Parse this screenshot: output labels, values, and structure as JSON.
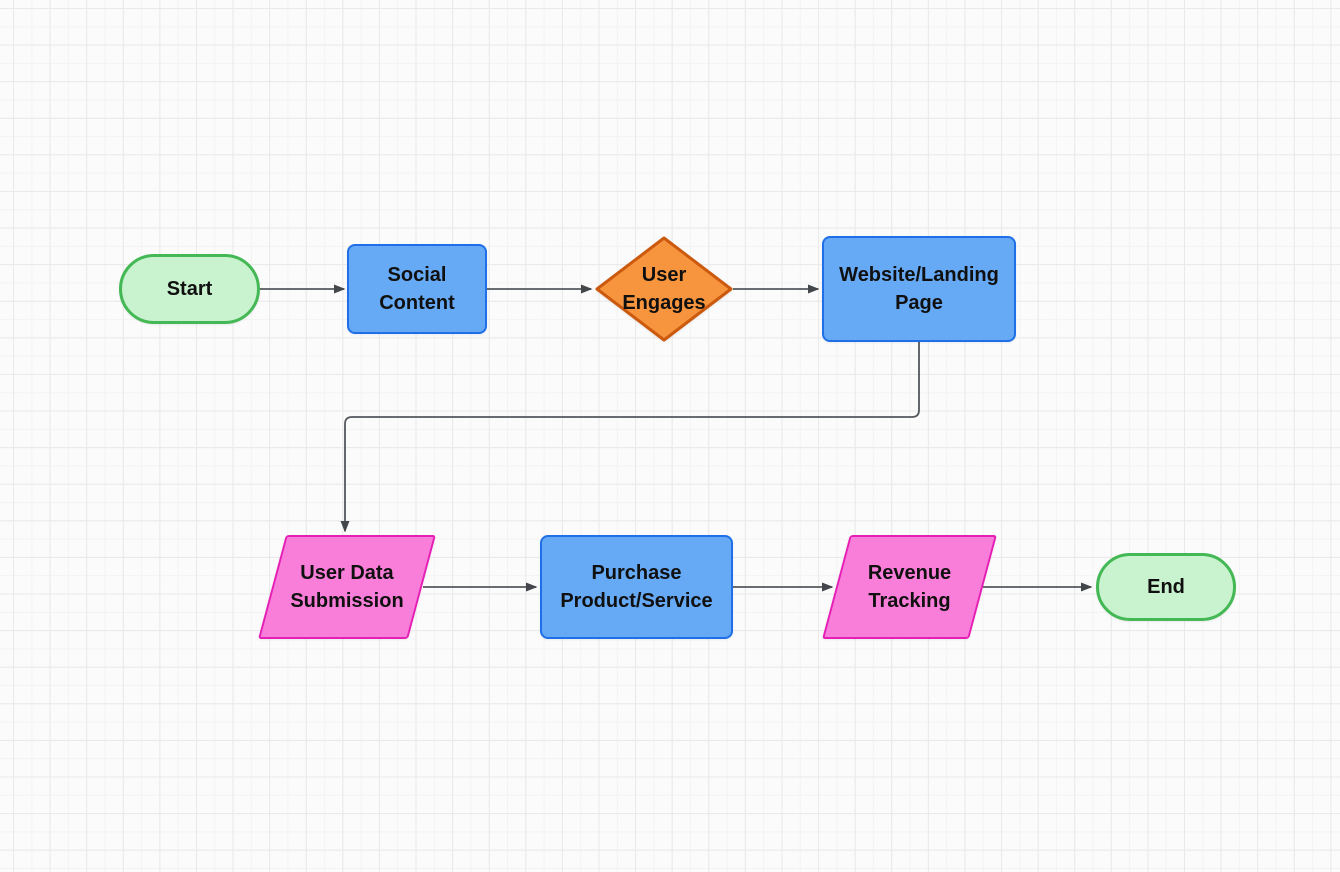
{
  "diagram": {
    "kind": "flowchart",
    "background": {
      "grid": true,
      "minor_line_color": "#f3f3f3",
      "major_line_color": "#e9e9e9",
      "canvas_color": "#fbfbfb"
    },
    "text_color": "#101010",
    "edge_color": "#54575c",
    "nodes": [
      {
        "id": "start",
        "shape": "terminator",
        "label": "Start",
        "fill": "#c9f2cf",
        "stroke": "#43b854"
      },
      {
        "id": "social-content",
        "shape": "process",
        "label": "Social Content",
        "fill": "#66a9f4",
        "stroke": "#1f70e8"
      },
      {
        "id": "user-engages",
        "shape": "decision",
        "label": "User Engages",
        "fill": "#f7953e",
        "stroke": "#cc5a0e"
      },
      {
        "id": "website-landing-page",
        "shape": "process",
        "label": "Website/Landing Page",
        "fill": "#66a9f4",
        "stroke": "#1f70e8"
      },
      {
        "id": "user-data-submission",
        "shape": "data",
        "label": "User Data Submission",
        "fill": "#f97ed9",
        "stroke": "#e51fb6"
      },
      {
        "id": "purchase-product-service",
        "shape": "process",
        "label": "Purchase Product/Service",
        "fill": "#66a9f4",
        "stroke": "#1f70e8"
      },
      {
        "id": "revenue-tracking",
        "shape": "data",
        "label": "Revenue Tracking",
        "fill": "#f97ed9",
        "stroke": "#e51fb6"
      },
      {
        "id": "end",
        "shape": "terminator",
        "label": "End",
        "fill": "#c9f2cf",
        "stroke": "#43b854"
      }
    ],
    "edges": [
      {
        "from": "start",
        "to": "social-content"
      },
      {
        "from": "social-content",
        "to": "user-engages"
      },
      {
        "from": "user-engages",
        "to": "website-landing-page"
      },
      {
        "from": "website-landing-page",
        "to": "user-data-submission"
      },
      {
        "from": "user-data-submission",
        "to": "purchase-product-service"
      },
      {
        "from": "purchase-product-service",
        "to": "revenue-tracking"
      },
      {
        "from": "revenue-tracking",
        "to": "end"
      }
    ]
  }
}
